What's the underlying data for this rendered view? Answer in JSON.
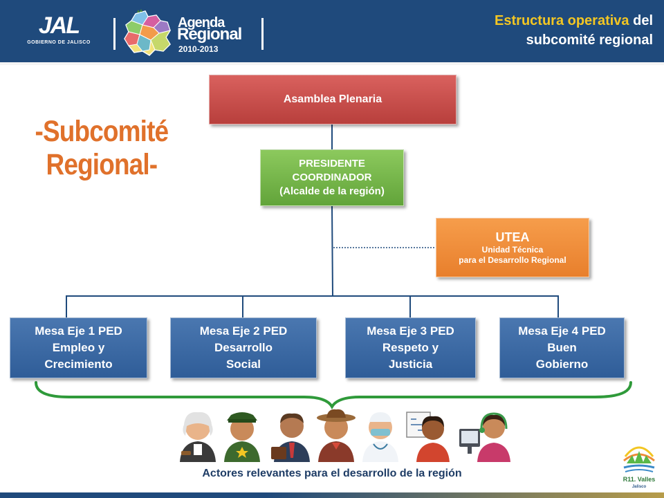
{
  "header": {
    "jal_logo_text": "JAL",
    "jal_logo_sub": "GOBIERNO DE JALISCO",
    "agenda_line1": "Agenda",
    "agenda_line2": "Regional",
    "agenda_years": "2010-2013",
    "title_highlight": "Estructura operativa",
    "title_rest_1": " del",
    "title_line2": "subcomité regional"
  },
  "big_title": {
    "line1": "-Subcomité",
    "line2": "Regional-"
  },
  "org": {
    "asamblea": "Asamblea Plenaria",
    "presidente_line1": "PRESIDENTE",
    "presidente_line2": "COORDINADOR",
    "presidente_line3": "(Alcalde de la región)",
    "utea_title": "UTEA",
    "utea_line1": "Unidad Técnica",
    "utea_line2": "para el Desarrollo Regional",
    "mesas": [
      {
        "l1": "Mesa Eje 1 PED",
        "l2": "Empleo y",
        "l3": "Crecimiento"
      },
      {
        "l1": "Mesa Eje 2 PED",
        "l2": "Desarrollo",
        "l3": "Social"
      },
      {
        "l1": "Mesa Eje 3 PED",
        "l2": "Respeto y",
        "l3": "Justicia"
      },
      {
        "l1": "Mesa Eje 4 PED",
        "l2": "Buen",
        "l3": "Gobierno"
      }
    ]
  },
  "footer": {
    "caption": "Actores relevantes para el desarrollo de la región",
    "r11_label": "R11. Valles",
    "r11_sub": "Jalisco"
  },
  "colors": {
    "header_bg": "#1f4a7c",
    "title_orange": "#e0712b",
    "asamblea_red": "#c84a47",
    "presidente_green": "#73b547",
    "utea_orange": "#f08c38",
    "mesa_blue": "#3a67a3",
    "brace_green": "#2f9a3a"
  },
  "icons": [
    "judge-icon",
    "police-officer-icon",
    "businessman-icon",
    "farmer-icon",
    "doctor-icon",
    "teacher-icon",
    "call-center-operator-icon"
  ]
}
